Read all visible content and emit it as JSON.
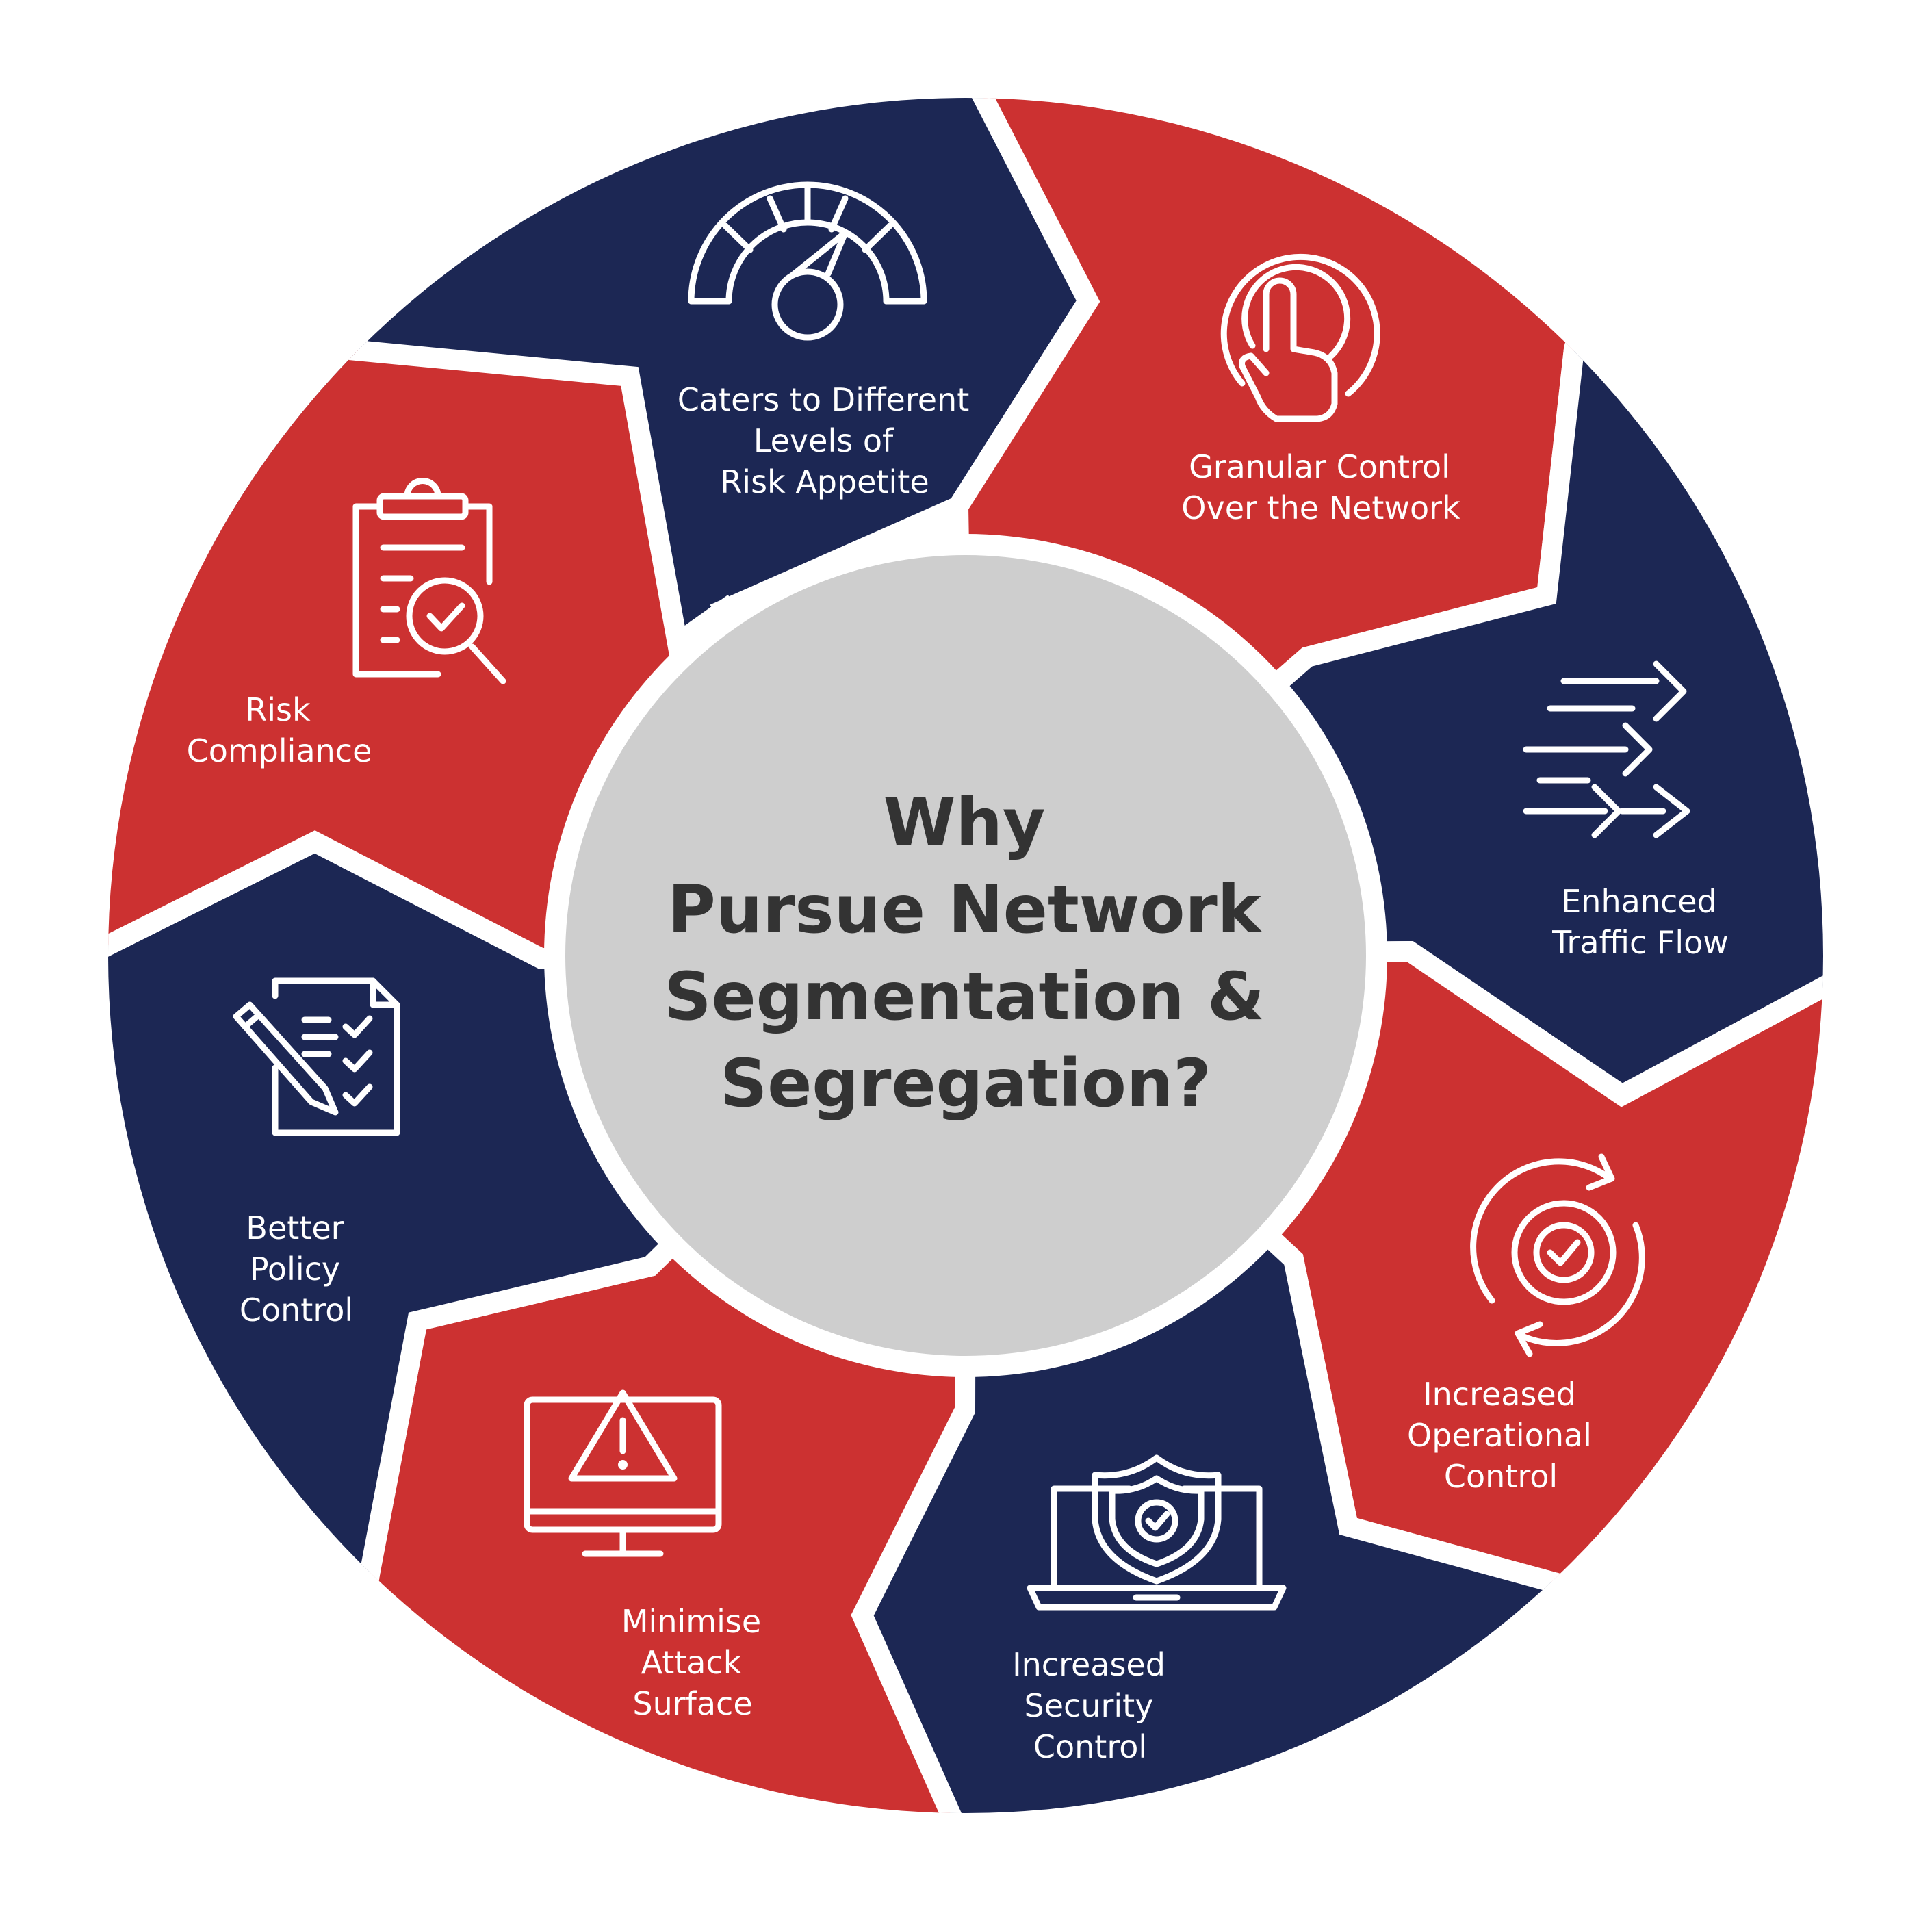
{
  "title_lines": [
    "Why",
    "Pursue Network",
    "Segmentation &",
    "Segregation?"
  ],
  "colors": {
    "navy": "#1c2754",
    "red": "#cc3131",
    "center": "#cecece",
    "title": "#333333",
    "background": "#ffffff"
  },
  "segments": [
    {
      "id": "risk-appetite",
      "color": "navy",
      "icon": "gauge-icon",
      "label_lines": [
        "Caters to Different",
        "Levels of",
        "Risk Appetite"
      ]
    },
    {
      "id": "granular-control",
      "color": "red",
      "icon": "touch-icon",
      "label_lines": [
        "Granular Control",
        "Over the Network"
      ]
    },
    {
      "id": "traffic-flow",
      "color": "navy",
      "icon": "arrows-icon",
      "label_lines": [
        "Enhanced",
        "Traffic Flow"
      ]
    },
    {
      "id": "operational-control",
      "color": "red",
      "icon": "gear-check-icon",
      "label_lines": [
        "Increased",
        "Operational",
        "Control"
      ]
    },
    {
      "id": "security-control",
      "color": "navy",
      "icon": "laptop-shield-icon",
      "label_lines": [
        "Increased",
        "Security",
        "Control"
      ]
    },
    {
      "id": "attack-surface",
      "color": "red",
      "icon": "monitor-warning-icon",
      "label_lines": [
        "Minimise",
        "Attack",
        "Surface"
      ]
    },
    {
      "id": "policy-control",
      "color": "navy",
      "icon": "document-pen-icon",
      "label_lines": [
        "Better",
        "Policy",
        "Control"
      ]
    },
    {
      "id": "risk-compliance",
      "color": "red",
      "icon": "clipboard-search-icon",
      "label_lines": [
        "Risk",
        "Compliance"
      ]
    }
  ]
}
